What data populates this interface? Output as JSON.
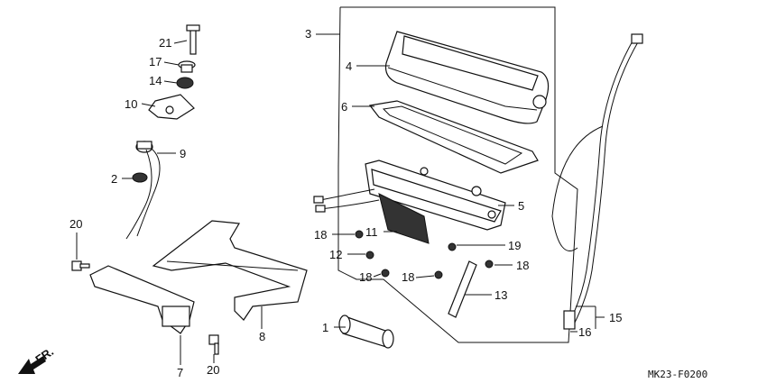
{
  "labels": {
    "p1": "1",
    "p2": "2",
    "p3": "3",
    "p4": "4",
    "p5": "5",
    "p6": "6",
    "p7": "7",
    "p8": "8",
    "p9": "9",
    "p10": "10",
    "p11": "11",
    "p12": "12",
    "p13": "13",
    "p14": "14",
    "p15": "15",
    "p16": "16",
    "p17": "17",
    "p18a": "18",
    "p18b": "18",
    "p18c": "18",
    "p18d": "18",
    "p19": "19",
    "p20a": "20",
    "p20b": "20",
    "p21": "21"
  },
  "fr_label": "FR.",
  "diagram_code": "MK23-F0200"
}
